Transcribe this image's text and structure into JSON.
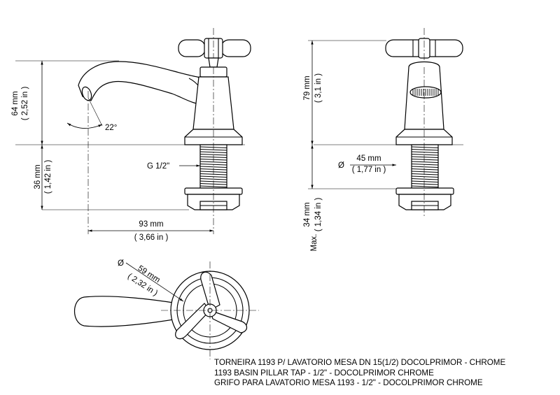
{
  "dimensions": {
    "height_above_deck": {
      "metric": "64 mm",
      "imperial": "( 2,52 in )"
    },
    "shank_length": {
      "metric": "36 mm",
      "imperial": "( 1,42 in )"
    },
    "spout_angle": {
      "value": "22°"
    },
    "thread": {
      "value": "G 1/2\""
    },
    "reach": {
      "metric": "93 mm",
      "imperial": "( 3,66 in )"
    },
    "total_height": {
      "metric": "79 mm",
      "imperial": "( 3,1 in )"
    },
    "base_diameter": {
      "symbol": "Ø",
      "metric": "45 mm",
      "imperial": "( 1,77 in )"
    },
    "max_deck_thickness": {
      "prefix": "Max.",
      "metric": "34 mm",
      "imperial": "( 1,34 in )"
    },
    "handle_diameter": {
      "symbol": "Ø",
      "metric": "59 mm",
      "imperial": "( 2,32 in )"
    }
  },
  "title_block": {
    "line1": "TORNEIRA 1193 P/ LAVATORIO MESA DN 15(1/2) DOCOLPRIMOR - CHROME",
    "line2": "1193 BASIN PILLAR TAP - 1/2\" - DOCOLPRIMOR  CHROME",
    "line3": "GRIFO PARA LAVATORIO MESA 1193 - 1/2\" - DOCOLPRIMOR CHROME"
  }
}
